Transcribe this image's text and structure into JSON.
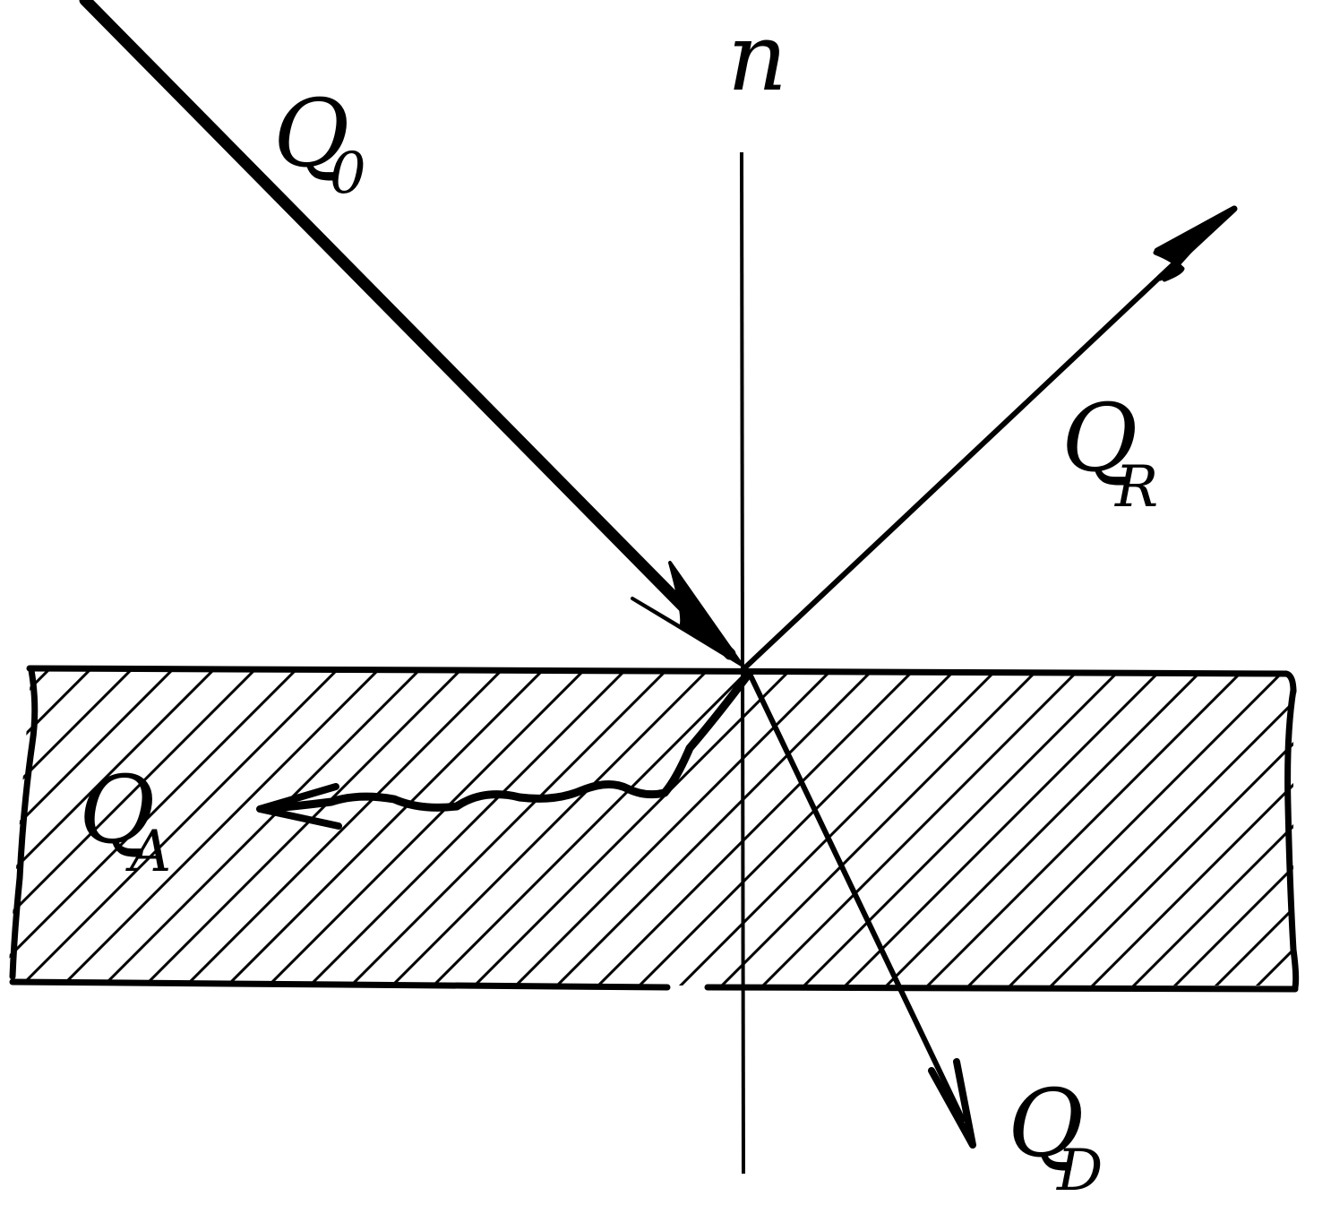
{
  "labels": {
    "normal": "n",
    "incident": {
      "main": "Q",
      "sub": "0"
    },
    "reflected": {
      "main": "Q",
      "sub": "R"
    },
    "absorbed": {
      "main": "Q",
      "sub": "A"
    },
    "transmitted": {
      "main": "Q",
      "sub": "D"
    }
  },
  "colors": {
    "ink": "#000000",
    "background": "#ffffff"
  }
}
